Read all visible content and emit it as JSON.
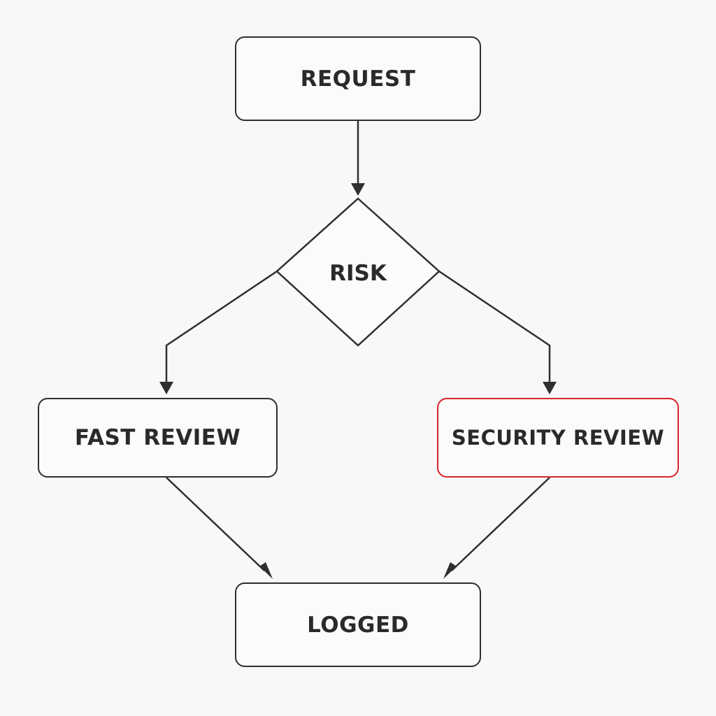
{
  "diagram": {
    "nodes": {
      "request": "REQUEST",
      "risk": "RISK",
      "fast_review": "FAST REVIEW",
      "security_review": "SECURITY REVIEW",
      "logged": "LOGGED"
    },
    "colors": {
      "stroke": "#2f2f2f",
      "highlight": "#d8232a",
      "background": "#f8f8f8"
    }
  }
}
